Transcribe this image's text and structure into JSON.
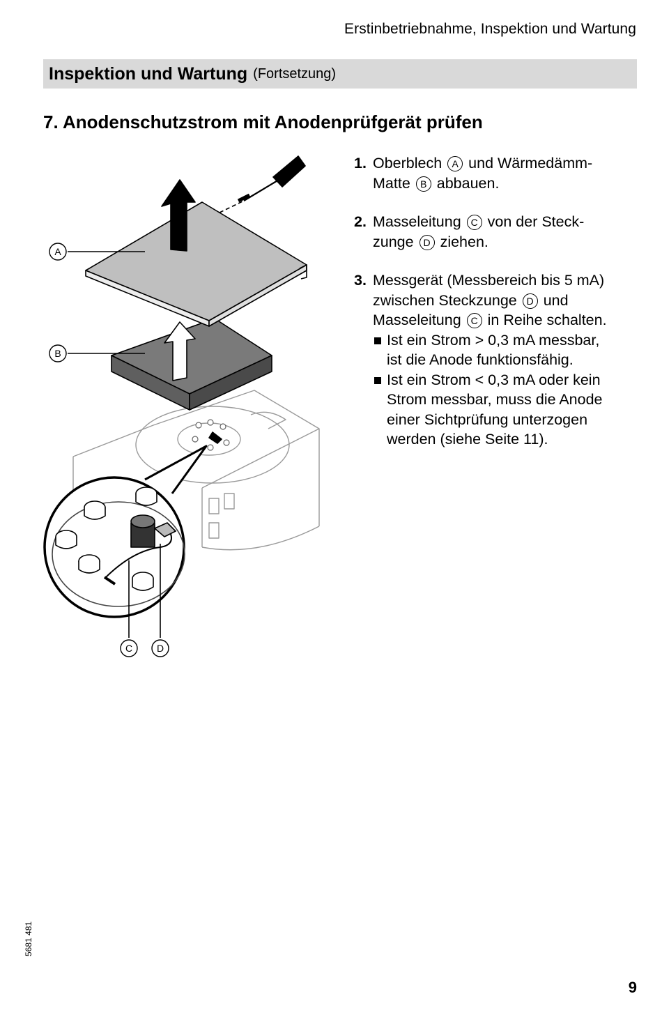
{
  "running_header": "Erstinbetriebnahme, Inspektion und Wartung",
  "section": {
    "title": "Inspektion und Wartung",
    "subtitle": "(Fortsetzung)"
  },
  "step_title": "7. Anodenschutzstrom mit Anodenprüfgerät prüfen",
  "figure_labels": {
    "a": "A",
    "b": "B",
    "c": "C",
    "d": "D"
  },
  "steps": [
    {
      "number": "1.",
      "parts": [
        "Oberblech",
        "und Wärmedämm-",
        "Matte",
        "abbauen."
      ],
      "refs": [
        "A",
        "B"
      ]
    },
    {
      "number": "2.",
      "parts": [
        "Masseleitung",
        "von der Steck-",
        "zunge",
        "ziehen."
      ],
      "refs": [
        "C",
        "D"
      ]
    },
    {
      "number": "3.",
      "parts": [
        "Messgerät (Messbereich bis 5 mA)",
        "zwischen Steckzunge",
        "und",
        "Masseleitung",
        "in Reihe schalten."
      ],
      "refs": [
        "D",
        "C"
      ],
      "bullets": [
        {
          "line1": "Ist ein Strom > 0,3 mA messbar,",
          "line2": "ist die Anode funktionsfähig."
        },
        {
          "line1": "Ist ein Strom < 0,3 mA oder kein",
          "line2": "Strom messbar, muss die Anode",
          "line3": "einer Sichtprüfung unterzogen",
          "line4": "werden (siehe Seite 11)."
        }
      ]
    }
  ],
  "document_number": "5681 481",
  "page_number": "9"
}
